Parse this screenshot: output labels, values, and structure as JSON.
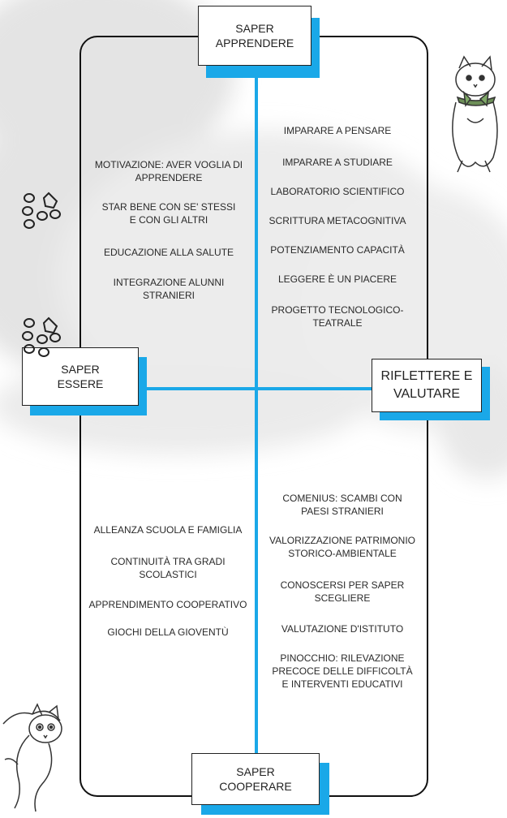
{
  "nodes": {
    "top": "SAPER\nAPPRENDERE",
    "left": "SAPER\nESSERE",
    "right": "RIFLETTERE E\nVALUTARE",
    "bottom": "SAPER\nCOOPERARE"
  },
  "quadrants": {
    "top_left": [
      "MOTIVAZIONE: AVER VOGLIA DI\nAPPRENDERE",
      "STAR BENE CON SE' STESSI\nE CON GLI ALTRI",
      "EDUCAZIONE ALLA SALUTE",
      "INTEGRAZIONE ALUNNI\nSTRANIERI"
    ],
    "top_right": [
      "IMPARARE A PENSARE",
      "IMPARARE A STUDIARE",
      "LABORATORIO SCIENTIFICO",
      "SCRITTURA METACOGNITIVA",
      "POTENZIAMENTO CAPACITÀ",
      "LEGGERE È UN PIACERE",
      "PROGETTO TECNOLOGICO-\nTEATRALE"
    ],
    "bottom_left": [
      "ALLEANZA SCUOLA E FAMIGLIA",
      "CONTINUITÀ TRA GRADI\nSCOLASTICI",
      "APPRENDIMENTO COOPERATIVO",
      "GIOCHI DELLA GIOVENTÙ"
    ],
    "bottom_right": [
      "COMENIUS: SCAMBI CON\nPAESI STRANIERI",
      "VALORIZZAZIONE PATRIMONIO\nSTORICO-AMBIENTALE",
      "CONOSCERSI PER SAPER\nSCEGLIERE",
      "VALUTAZIONE D'ISTITUTO",
      "PINOCCHIO: RILEVAZIONE\nPRECOCE DELLE DIFFICOLTÀ\nE INTERVENTI EDUCATIVI"
    ]
  },
  "decorations": [
    "paw-print-icon",
    "paw-print-icon",
    "cat-illustration",
    "cat-illustration"
  ],
  "colors": {
    "axis": "#1aa8e8",
    "frame": "#111111",
    "cloud": "#e9e9e9"
  }
}
